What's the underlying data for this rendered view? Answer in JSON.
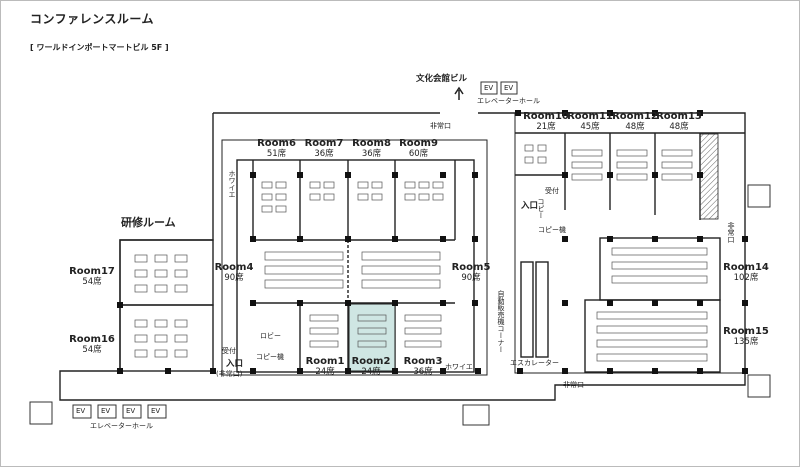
{
  "title": "コンファレンスルーム",
  "subtitle": "[ ワールドインポートマートビル 5F ]",
  "labels": {
    "bunka": "文化会館ビル",
    "training": "研修ルーム",
    "lobby": "ロビー",
    "copy": "コピー機",
    "uketsuke": "受付",
    "entrance": "入口",
    "emergency_paren": "(非常口)",
    "emergency": "非常口",
    "foyer": "ホワイエ",
    "escalator": "エスカレーター",
    "vending": "自動販売機コーナー",
    "elevator_hall": "エレベーターホール",
    "ev": "EV",
    "copy_short": "コピー"
  },
  "rooms": {
    "r1": {
      "name": "Room1",
      "seats": "24席"
    },
    "r2": {
      "name": "Room2",
      "seats": "24席"
    },
    "r3": {
      "name": "Room3",
      "seats": "36席"
    },
    "r4": {
      "name": "Room4",
      "seats": "90席"
    },
    "r5": {
      "name": "Room5",
      "seats": "90席"
    },
    "r6": {
      "name": "Room6",
      "seats": "51席"
    },
    "r7": {
      "name": "Room7",
      "seats": "36席"
    },
    "r8": {
      "name": "Room8",
      "seats": "36席"
    },
    "r9": {
      "name": "Room9",
      "seats": "60席"
    },
    "r10": {
      "name": "Room10",
      "seats": "21席"
    },
    "r11": {
      "name": "Room11",
      "seats": "45席"
    },
    "r12": {
      "name": "Room12",
      "seats": "48席"
    },
    "r13": {
      "name": "Room13",
      "seats": "48席"
    },
    "r14": {
      "name": "Room14",
      "seats": "102席"
    },
    "r15": {
      "name": "Room15",
      "seats": "135席"
    },
    "r16": {
      "name": "Room16",
      "seats": "54席"
    },
    "r17": {
      "name": "Room17",
      "seats": "54席"
    }
  },
  "colors": {
    "wall": "#222222",
    "highlight": "#cfe6e3",
    "fill": "#ffffff",
    "floor": "#ffffff"
  }
}
